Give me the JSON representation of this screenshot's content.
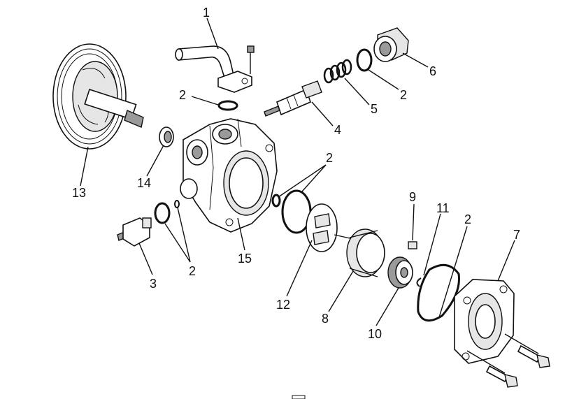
{
  "callouts": {
    "c1": "1",
    "c2a": "2",
    "c2b": "2",
    "c2c": "2",
    "c2d": "2",
    "c2e": "2",
    "c3": "3",
    "c4": "4",
    "c5": "5",
    "c6": "6",
    "c7": "7",
    "c8": "8",
    "c9": "9",
    "c10": "10",
    "c11": "11",
    "c12": "12",
    "c13": "13",
    "c14": "14",
    "c15": "15"
  }
}
